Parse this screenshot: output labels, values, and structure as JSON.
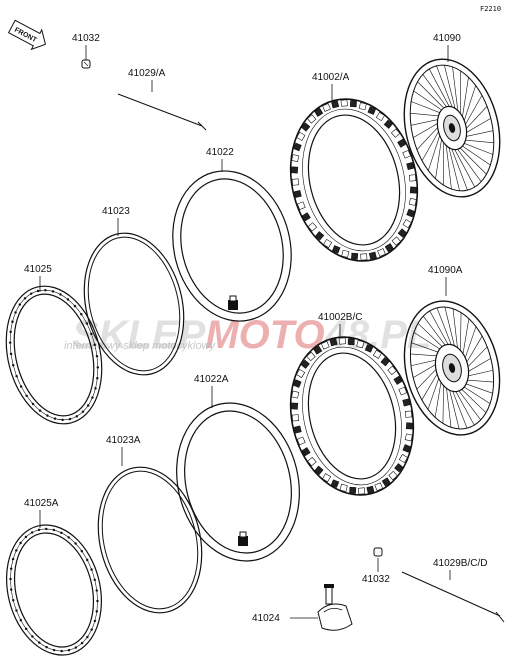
{
  "diagram_code": "F2210",
  "front_label": "FRONT",
  "watermark": {
    "brand_a": "SKLEP",
    "brand_b": "MOTO",
    "brand_c": "48",
    "brand_d": ".PL",
    "tagline": "internetowy sklep motocyklowy"
  },
  "parts": {
    "p41032_top": "41032",
    "p41029": "41029/A",
    "p41002": "41002/A",
    "p41090": "41090",
    "p41022": "41022",
    "p41023": "41023",
    "p41025": "41025",
    "p41090a": "41090A",
    "p41002bc": "41002B/C",
    "p41022a": "41022A",
    "p41023a": "41023A",
    "p41025a": "41025A",
    "p41032_bottom": "41032",
    "p41029bcd": "41029B/C/D",
    "p41024": "41024"
  }
}
